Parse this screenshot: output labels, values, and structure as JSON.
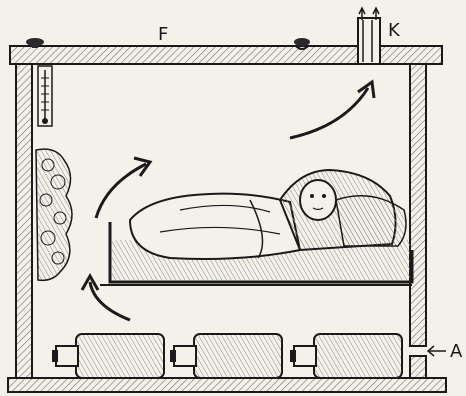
{
  "labels": {
    "board": "F",
    "ventilator": "K",
    "inlet": "A"
  },
  "colors": {
    "ink": "#1a1a1a",
    "paper": "#f4f1ea",
    "hatch": "#6f6f6f"
  }
}
